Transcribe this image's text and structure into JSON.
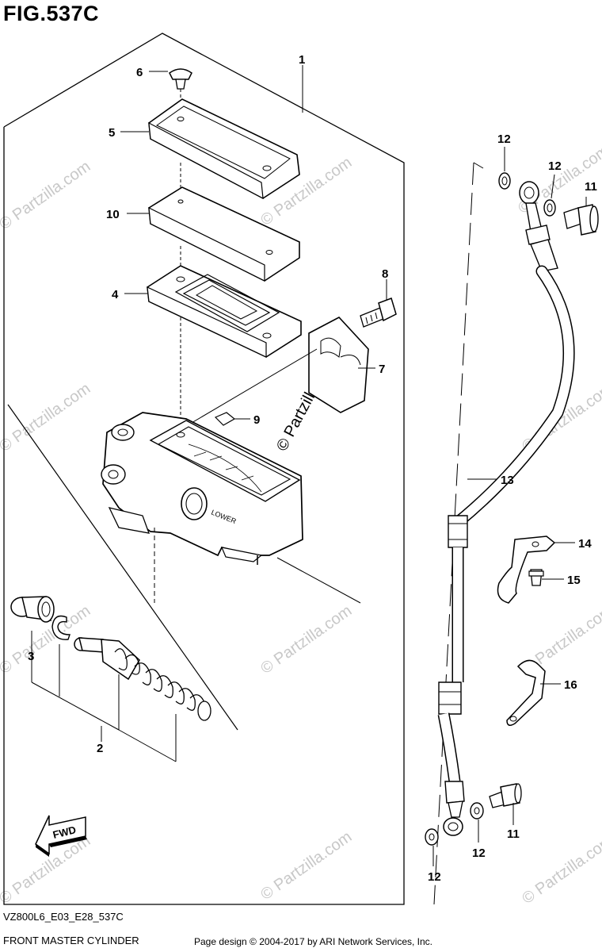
{
  "figure": {
    "title": "FIG.537C",
    "model_code": "VZ800L6_E03_E28_537C",
    "part_name": "FRONT MASTER CYLINDER",
    "credit": "Page design © 2004-2017 by ARI Network Services, Inc."
  },
  "diagram": {
    "callouts": [
      "1",
      "2",
      "3",
      "4",
      "5",
      "6",
      "7",
      "8",
      "9",
      "10",
      "11",
      "11",
      "12",
      "12",
      "12",
      "12",
      "13",
      "14",
      "15",
      "16"
    ],
    "body_label": "LOWER",
    "direction_label": "FWD",
    "watermark": "© Partzilla.com"
  }
}
